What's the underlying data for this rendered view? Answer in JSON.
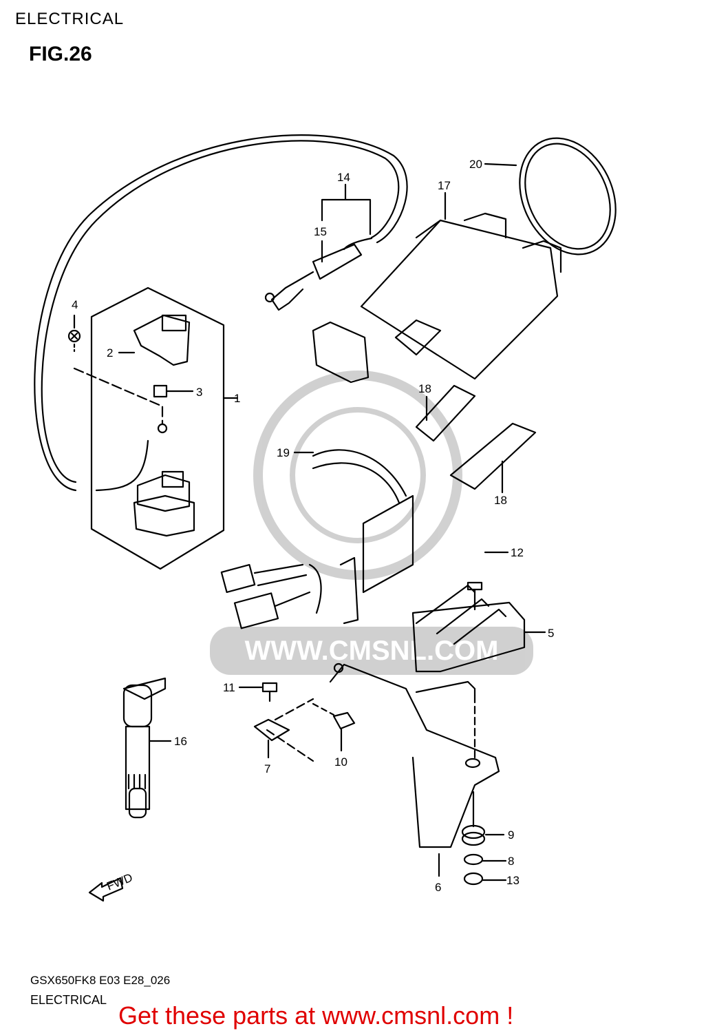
{
  "header": {
    "section": "ELECTRICAL",
    "figure": "FIG.26"
  },
  "parts": [
    {
      "id": "p1",
      "label": "1"
    },
    {
      "id": "p2",
      "label": "2"
    },
    {
      "id": "p3",
      "label": "3"
    },
    {
      "id": "p4",
      "label": "4"
    },
    {
      "id": "p5",
      "label": "5"
    },
    {
      "id": "p6",
      "label": "6"
    },
    {
      "id": "p7",
      "label": "7"
    },
    {
      "id": "p8",
      "label": "8"
    },
    {
      "id": "p9",
      "label": "9"
    },
    {
      "id": "p10",
      "label": "10"
    },
    {
      "id": "p11",
      "label": "11"
    },
    {
      "id": "p12",
      "label": "12"
    },
    {
      "id": "p13",
      "label": "13"
    },
    {
      "id": "p14",
      "label": "14"
    },
    {
      "id": "p15",
      "label": "15"
    },
    {
      "id": "p16",
      "label": "16"
    },
    {
      "id": "p17",
      "label": "17"
    },
    {
      "id": "p18a",
      "label": "18"
    },
    {
      "id": "p18b",
      "label": "18"
    },
    {
      "id": "p19",
      "label": "19"
    },
    {
      "id": "p20",
      "label": "20"
    }
  ],
  "watermark": {
    "text": "WWW.CMSNL.COM"
  },
  "footer": {
    "model_code": "GSX650FK8 E03 E28_026",
    "section": "ELECTRICAL",
    "promo": "Get these parts at www.cmsnl.com !",
    "promo_color": "#e00000"
  },
  "arrow": {
    "text": "FWD"
  }
}
